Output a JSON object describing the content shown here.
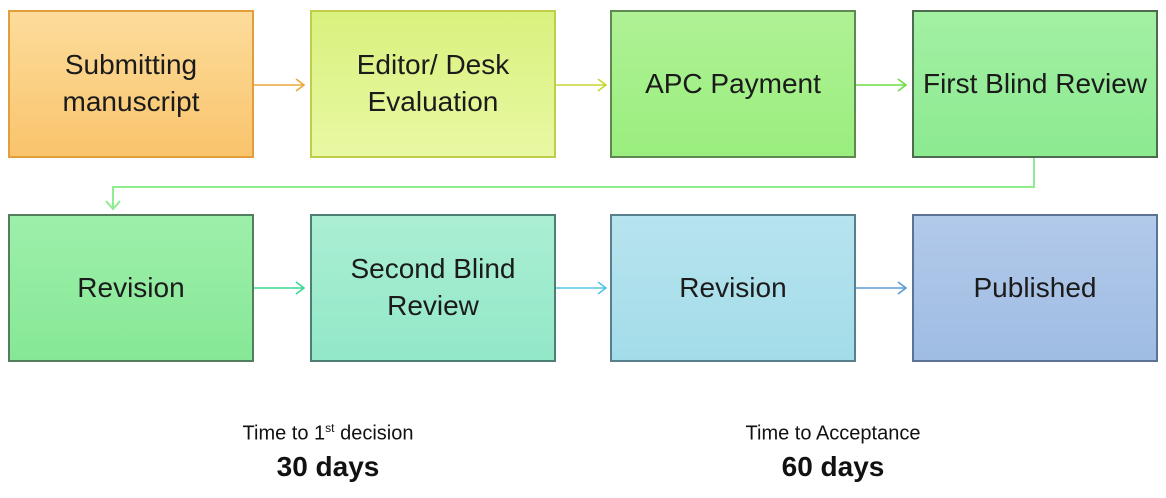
{
  "flowchart": {
    "boxes": [
      {
        "id": "submitting-manuscript",
        "label": "Submitting manuscript",
        "fill_top": "#FCDC9B",
        "fill_bottom": "#F9C46C",
        "border": "#E19E3B"
      },
      {
        "id": "editor-desk-evaluation",
        "label": "Editor/ Desk Evaluation",
        "fill_top": "#D9F17E",
        "fill_bottom": "#E8F8A3",
        "border": "#BFCD48"
      },
      {
        "id": "apc-payment",
        "label": "APC Payment",
        "fill_top": "#AFF195",
        "fill_bottom": "#9AEE7E",
        "border": "#5E8A52"
      },
      {
        "id": "first-blind-review",
        "label": "First Blind Review",
        "fill_top": "#A3F0A3",
        "fill_bottom": "#8CEA90",
        "border": "#4E6B4F"
      },
      {
        "id": "revision-1",
        "label": "Revision",
        "fill_top": "#9DEFA9",
        "fill_bottom": "#86E897",
        "border": "#527E5B"
      },
      {
        "id": "second-blind-review",
        "label": "Second Blind Review",
        "fill_top": "#ABEED4",
        "fill_bottom": "#92E8C8",
        "border": "#4E7F74"
      },
      {
        "id": "revision-2",
        "label": "Revision",
        "fill_top": "#B7E4EE",
        "fill_bottom": "#A3DCE9",
        "border": "#55808C"
      },
      {
        "id": "published",
        "label": "Published",
        "fill_top": "#B2CAEA",
        "fill_bottom": "#9FBCE3",
        "border": "#5A7396"
      }
    ],
    "arrows": [
      {
        "from": "submitting-manuscript",
        "to": "editor-desk-evaluation",
        "color": "#E9A83B"
      },
      {
        "from": "editor-desk-evaluation",
        "to": "apc-payment",
        "color": "#C8D631"
      },
      {
        "from": "apc-payment",
        "to": "first-blind-review",
        "color": "#6EDD46"
      },
      {
        "from": "revision-1",
        "to": "second-blind-review",
        "color": "#3BD792"
      },
      {
        "from": "second-blind-review",
        "to": "revision-2",
        "color": "#54C6E0"
      },
      {
        "from": "revision-2",
        "to": "published",
        "color": "#5B9BD5"
      },
      {
        "from": "first-blind-review",
        "to": "revision-1",
        "color": "#8FEC8F"
      }
    ]
  },
  "footnotes": [
    {
      "prefix": "Time to 1",
      "sup": "st",
      "suffix": " decision",
      "value": "30 days"
    },
    {
      "prefix": "Time to Acceptance",
      "sup": "",
      "suffix": "",
      "value": "60 days"
    }
  ]
}
